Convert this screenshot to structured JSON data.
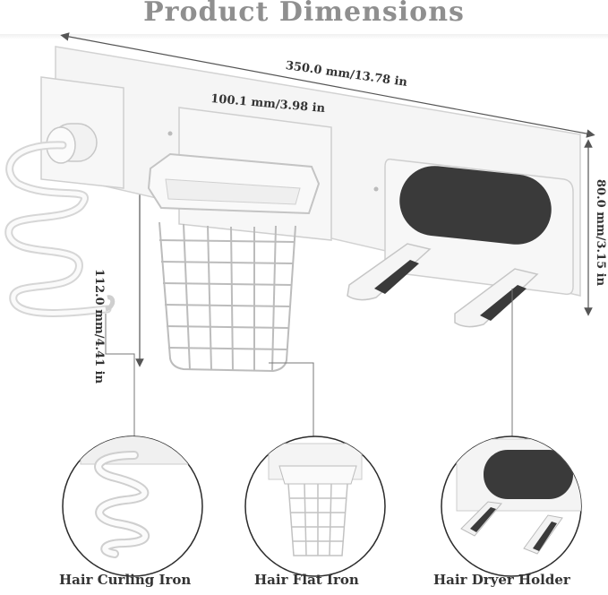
{
  "title": "Product Dimensions",
  "dimensions": {
    "length": "350.0 mm/13.78 in",
    "basket_width": "100.1 mm/3.98 in",
    "basket_height": "112.0 mm/4.41 in",
    "depth": "80.0 mm/3.15 in"
  },
  "features": [
    {
      "label": "Hair Curling Iron"
    },
    {
      "label": "Hair Flat Iron"
    },
    {
      "label": "Hair Dryer Holder"
    }
  ],
  "colors": {
    "title": "#8f8f8f",
    "product": "#f4f4f4",
    "outline": "#cfcfcf",
    "pad": "#3a3a3a",
    "dimension_line": "#555555"
  }
}
